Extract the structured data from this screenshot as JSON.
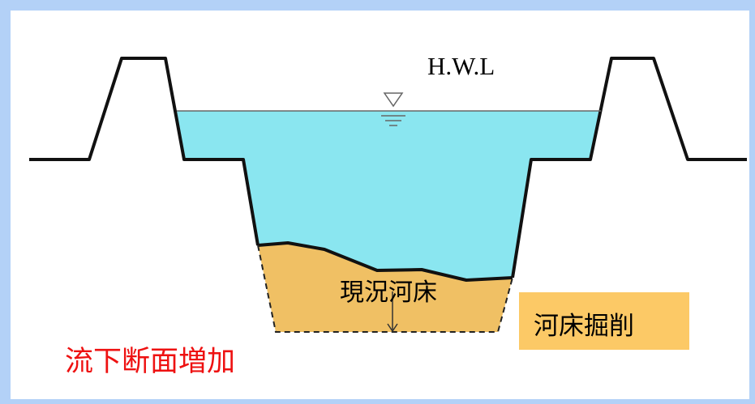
{
  "labels": {
    "hwl": "H.W.L",
    "current_riverbed": "現況河床",
    "riverbed_excavation": "河床掘削",
    "flow_section_increase": "流下断面増加"
  },
  "colors": {
    "frame": "#b3d1f7",
    "water": "#8ae6f0",
    "sediment": "#f0c064",
    "excavation_box": "#fcc966",
    "highlight_text": "#ee1111"
  }
}
